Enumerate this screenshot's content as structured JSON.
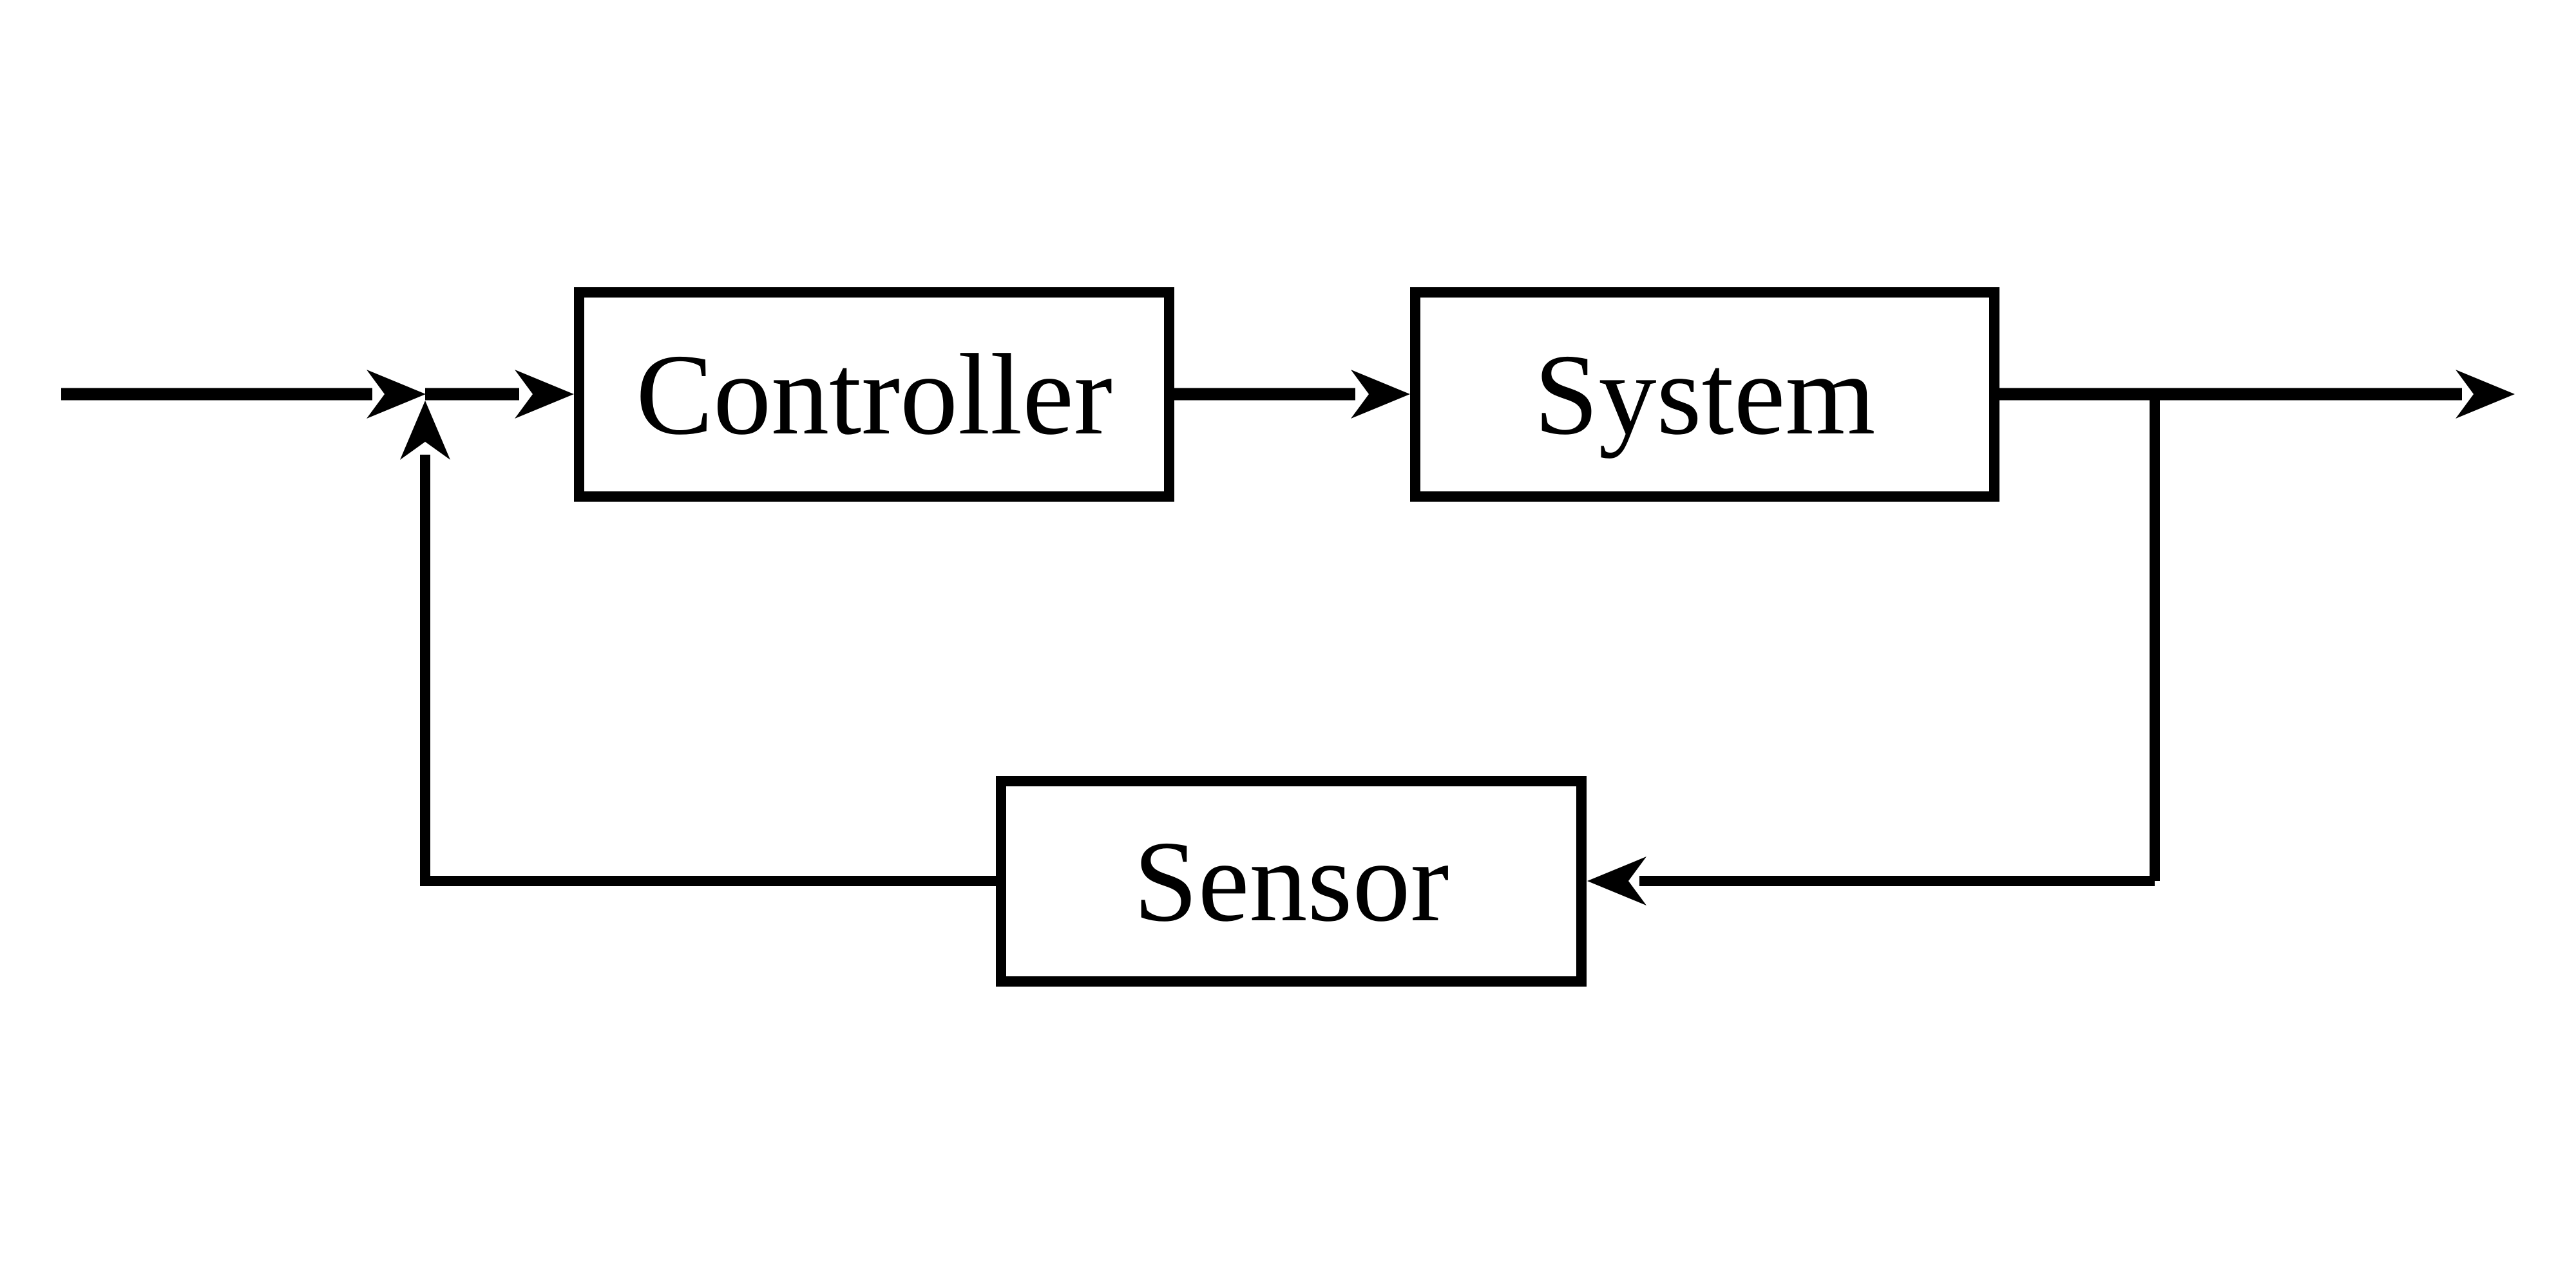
{
  "diagram": {
    "background_color": "#ffffff",
    "stroke_color": "#000000",
    "blocks": [
      {
        "id": "controller",
        "label": "Controller"
      },
      {
        "id": "system",
        "label": "System"
      },
      {
        "id": "sensor",
        "label": "Sensor"
      }
    ]
  }
}
